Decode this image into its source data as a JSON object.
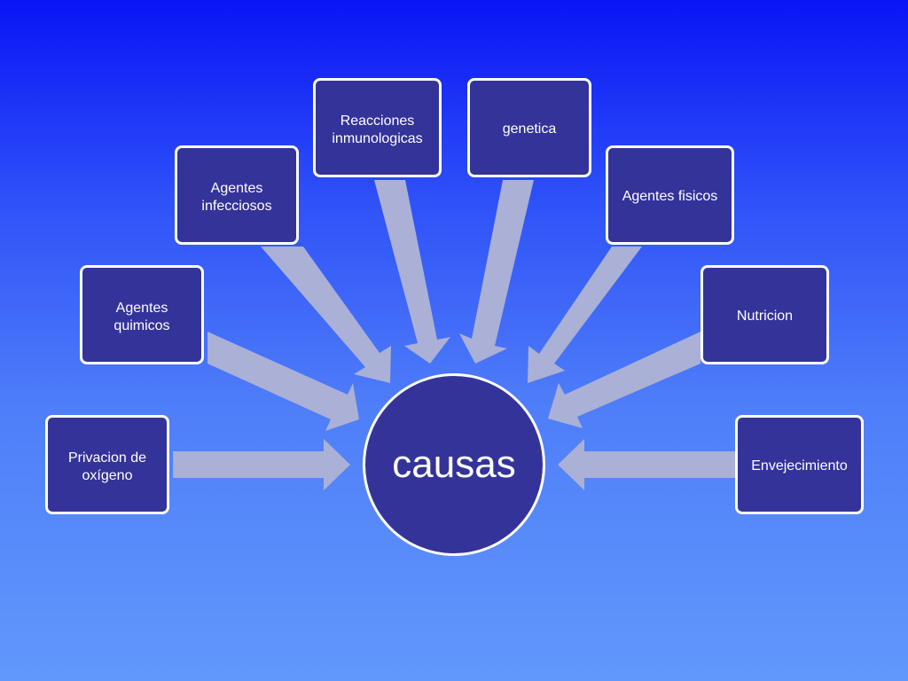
{
  "diagram": {
    "center": "causas",
    "causes": [
      {
        "id": "privacion",
        "label": "Privacion de oxígeno"
      },
      {
        "id": "quimicos",
        "label": "Agentes quimicos"
      },
      {
        "id": "infecciosos",
        "label": "Agentes infecciosos"
      },
      {
        "id": "inmunologicas",
        "label": "Reacciones inmunologicas"
      },
      {
        "id": "genetica",
        "label": "genetica"
      },
      {
        "id": "fisicos",
        "label": "Agentes fisicos"
      },
      {
        "id": "nutricion",
        "label": "Nutricion"
      },
      {
        "id": "envejecimiento",
        "label": "Envejecimiento"
      }
    ]
  },
  "colors": {
    "box_fill": "#343399",
    "box_border": "#ffffff",
    "arrow_fill": "#aab0d6",
    "background_top": "#0a14f5",
    "background_bottom": "#6198fb"
  }
}
